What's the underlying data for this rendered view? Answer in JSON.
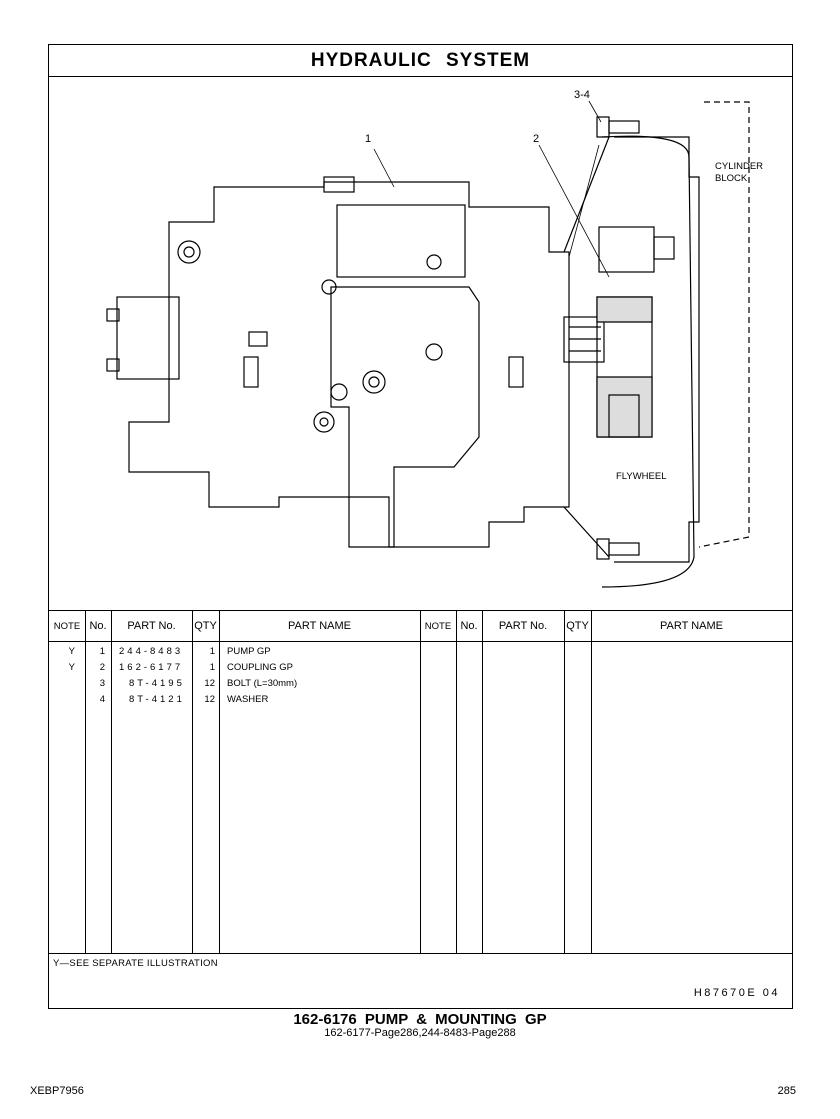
{
  "header": {
    "title": "HYDRAULIC  SYSTEM"
  },
  "illustration": {
    "callouts": [
      "1",
      "2",
      "3-4"
    ],
    "labels": {
      "cylinder_block_1": "CYLINDER",
      "cylinder_block_2": "BLOCK",
      "flywheel": "FLYWHEEL"
    }
  },
  "table": {
    "columns": [
      "NOTE",
      "No.",
      "PART No.",
      "QTY",
      "PART NAME"
    ],
    "rows": [
      {
        "note": "Y",
        "no": "1",
        "part_no": "244-8483",
        "qty": "1",
        "name": "PUMP GP"
      },
      {
        "note": "Y",
        "no": "2",
        "part_no": "162-6177",
        "qty": "1",
        "name": "COUPLING GP"
      },
      {
        "note": "",
        "no": "3",
        "part_no": "8T-4195",
        "qty": "12",
        "name": "BOLT (L=30mm)"
      },
      {
        "note": "",
        "no": "4",
        "part_no": "8T-4121",
        "qty": "12",
        "name": "WASHER"
      }
    ]
  },
  "footnote": "Y—SEE SEPARATE ILLUSTRATION",
  "illustration_number": "H87670E  04",
  "group": {
    "title": "162-6176  PUMP & MOUNTING GP",
    "references": "162-6177-Page286,244-8483-Page288"
  },
  "footer": {
    "doc_number": "XEBP7956",
    "page": "285"
  }
}
